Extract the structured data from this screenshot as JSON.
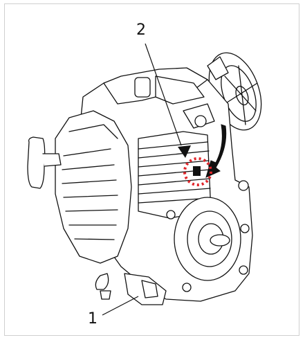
{
  "figure": {
    "callouts": [
      {
        "id": "1",
        "label": "1"
      },
      {
        "id": "2",
        "label": "2"
      }
    ],
    "colors": {
      "line": "#111111",
      "highlight": "#e0262b",
      "fill": "#ffffff"
    },
    "icons": {
      "rotation-arrow": "curved-arrow-icon",
      "pointer-arrow": "triangle-arrow-icon"
    }
  }
}
